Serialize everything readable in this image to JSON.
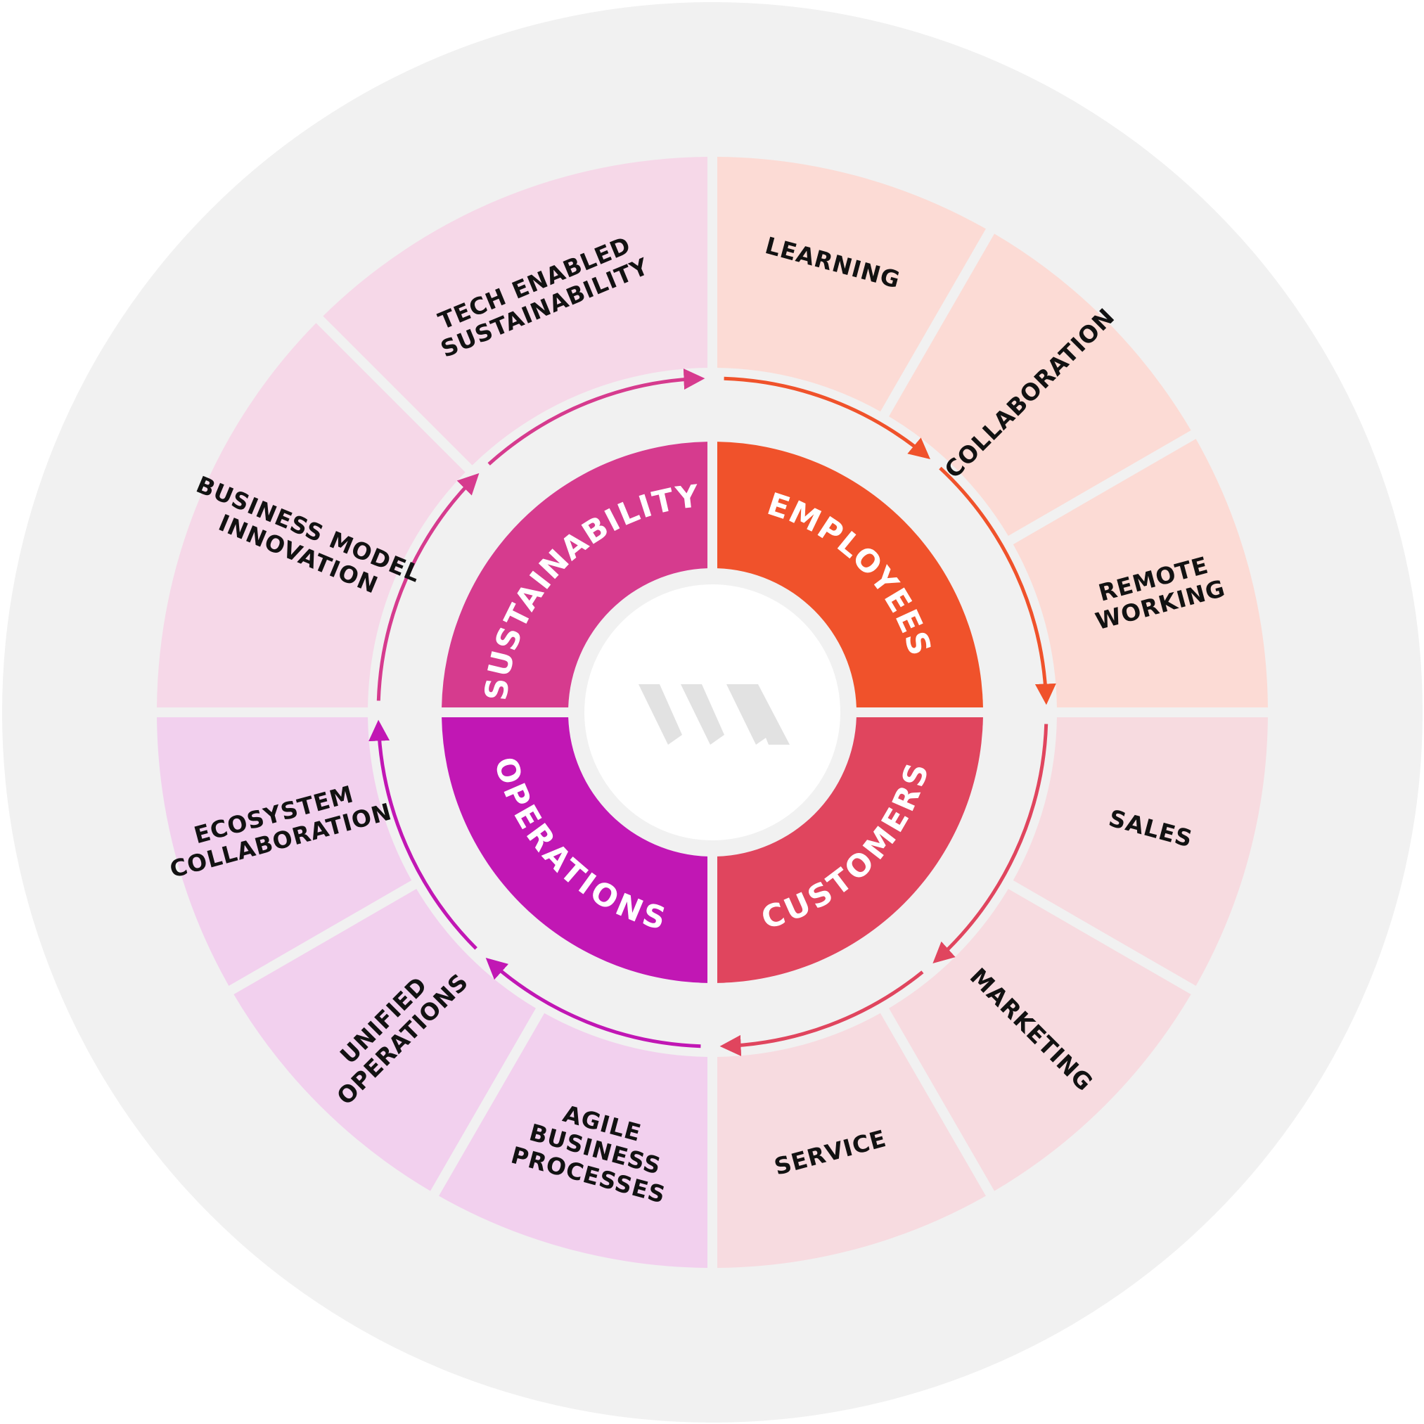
{
  "center_logo": {
    "icon": "wm-logo-icon",
    "color": "#e2e2e2"
  },
  "quadrants": [
    {
      "id": "employees",
      "label": "EMPLOYEES",
      "color": "#f0522b",
      "tint": "#fcdbd5",
      "segments": [
        {
          "lines": [
            "LEARNING"
          ]
        },
        {
          "lines": [
            "COLLABORATION"
          ]
        },
        {
          "lines": [
            "REMOTE",
            "WORKING"
          ]
        }
      ]
    },
    {
      "id": "customers",
      "label": "CUSTOMERS",
      "color": "#e0455e",
      "tint": "#f7dbe0",
      "segments": [
        {
          "lines": [
            "SALES"
          ]
        },
        {
          "lines": [
            "MARKETING"
          ]
        },
        {
          "lines": [
            "SERVICE"
          ]
        }
      ]
    },
    {
      "id": "operations",
      "label": "OPERATIONS",
      "color": "#c117b4",
      "tint": "#f2d0ee",
      "segments": [
        {
          "lines": [
            "AGILE",
            "BUSINESS",
            "PROCESSES"
          ]
        },
        {
          "lines": [
            "UNIFIED",
            "OPERATIONS"
          ]
        },
        {
          "lines": [
            "ECOSYSTEM",
            "COLLABORATION"
          ]
        }
      ]
    },
    {
      "id": "sustainability",
      "label": "SUSTAINABILITY",
      "color": "#d63b8e",
      "tint": "#f6d8e8",
      "segments": [
        {
          "lines": [
            "BUSINESS MODEL",
            "INNOVATION"
          ]
        },
        {
          "lines": [
            "TECH ENABLED",
            "SUSTAINABILITY"
          ]
        }
      ]
    }
  ],
  "colors": {
    "outer_ring": "#f1f1f1",
    "center": "#ffffff"
  }
}
